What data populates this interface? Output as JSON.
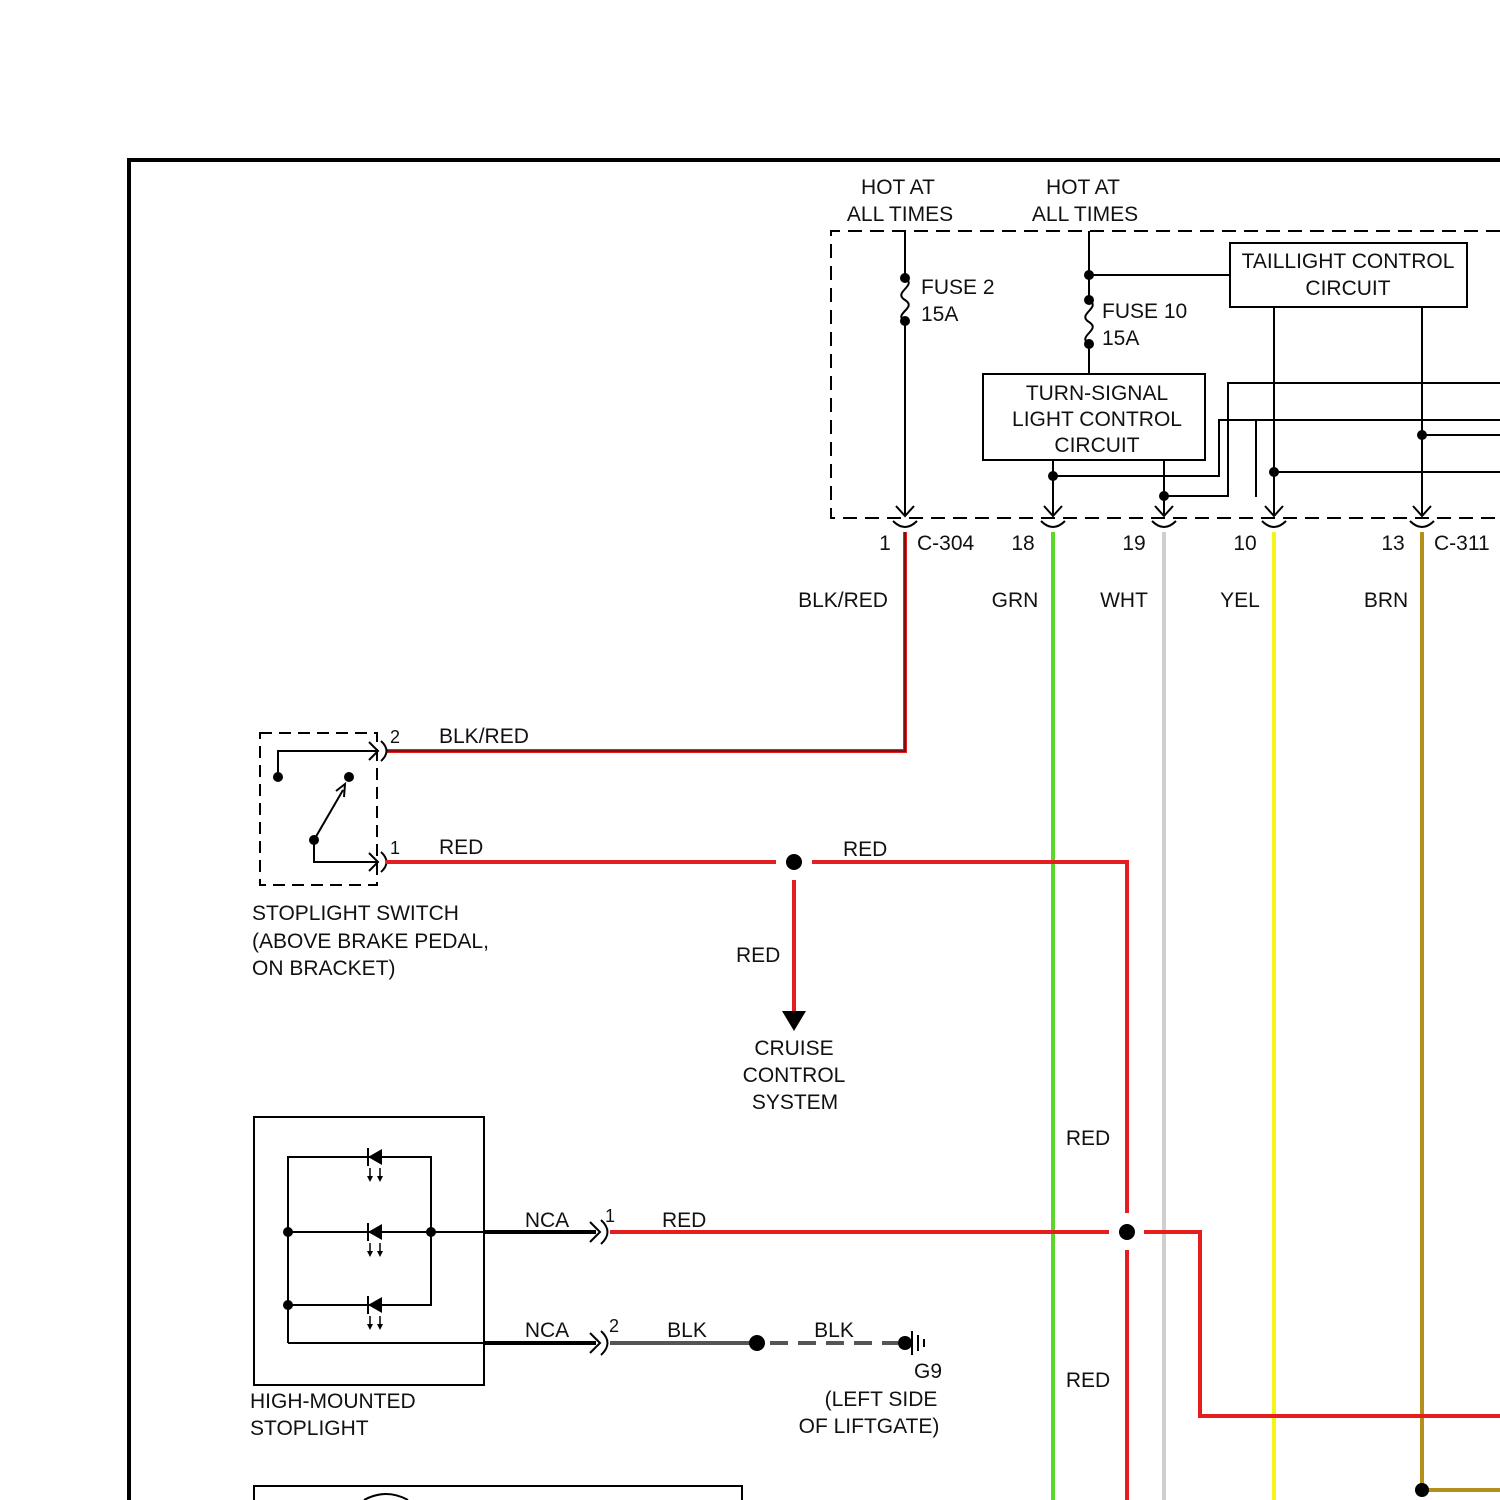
{
  "colors": {
    "background": "#ffffff",
    "frame": "#000000",
    "red": "#e41e1e",
    "blk_red_stripe": "#3a0d0d",
    "green": "#5bd62a",
    "white_wire": "#cfcfcf",
    "yellow": "#f5f51a",
    "brown": "#b38f1c",
    "black": "#1a1a1a"
  },
  "power": {
    "hot_left": [
      "HOT AT",
      "ALL TIMES"
    ],
    "hot_right": [
      "HOT AT",
      "ALL TIMES"
    ],
    "fuse2": [
      "FUSE 2",
      "15A"
    ],
    "fuse10": [
      "FUSE 10",
      "15A"
    ]
  },
  "modules": {
    "taillight": [
      "TAILLIGHT CONTROL",
      "CIRCUIT"
    ],
    "turn_signal": [
      "TURN-SIGNAL",
      "LIGHT CONTROL",
      "CIRCUIT"
    ]
  },
  "connectors": {
    "c304": {
      "name": "C-304",
      "pin": "1"
    },
    "c311": {
      "name": "C-311",
      "pins": [
        "18",
        "19",
        "10",
        "13"
      ]
    }
  },
  "wires": {
    "blk_red": "BLK/RED",
    "grn": "GRN",
    "wht": "WHT",
    "yel": "YEL",
    "brn": "BRN",
    "red": "RED",
    "nca": "NCA",
    "blk": "BLK"
  },
  "stoplight_switch": {
    "pin2": "2",
    "pin1": "1",
    "caption": [
      "STOPLIGHT SWITCH",
      "(ABOVE BRAKE PEDAL,",
      "ON BRACKET)"
    ]
  },
  "cruise": [
    "CRUISE",
    "CONTROL",
    "SYSTEM"
  ],
  "high_mount": {
    "pin1": "1",
    "pin2": "2",
    "caption": [
      "HIGH-MOUNTED",
      "STOPLIGHT"
    ]
  },
  "ground": {
    "name": "G9",
    "location": [
      "(LEFT SIDE",
      "OF LIFTGATE)"
    ]
  }
}
